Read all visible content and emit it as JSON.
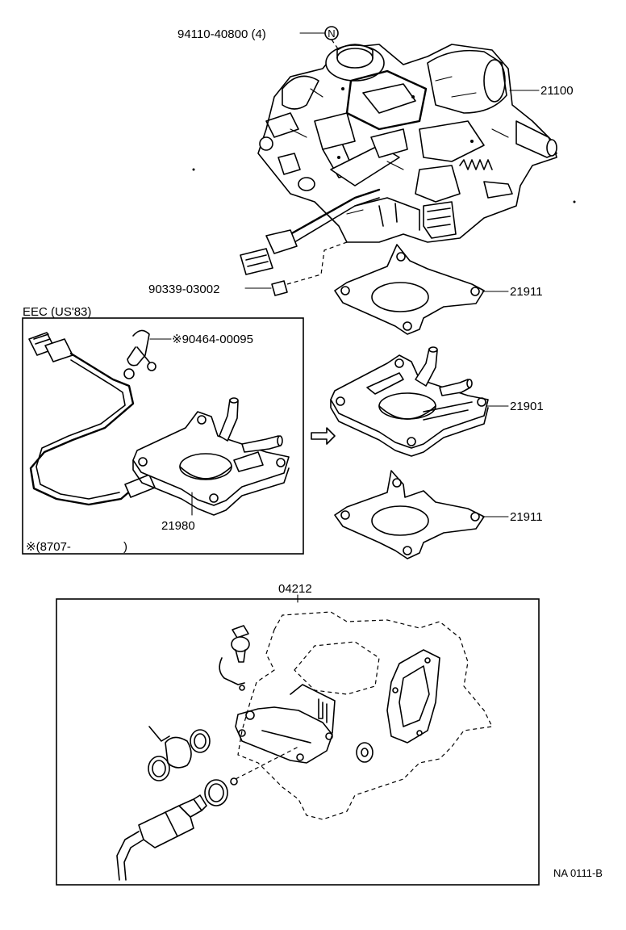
{
  "labels": {
    "bolt": "94110-40800 (4)",
    "n_mark": "N",
    "carb_assy": "21100",
    "plug": "90339-03002",
    "gasket_top": "21911",
    "insulator": "21901",
    "gasket_bottom": "21911",
    "eec_title": "EEC (US'83)",
    "clip": "※90464-00095",
    "eec_insulator": "21980",
    "eec_note": "※(8707-",
    "eec_note_close": ")",
    "gasket_kit": "04212",
    "figure_code": "NA 0111-B"
  }
}
